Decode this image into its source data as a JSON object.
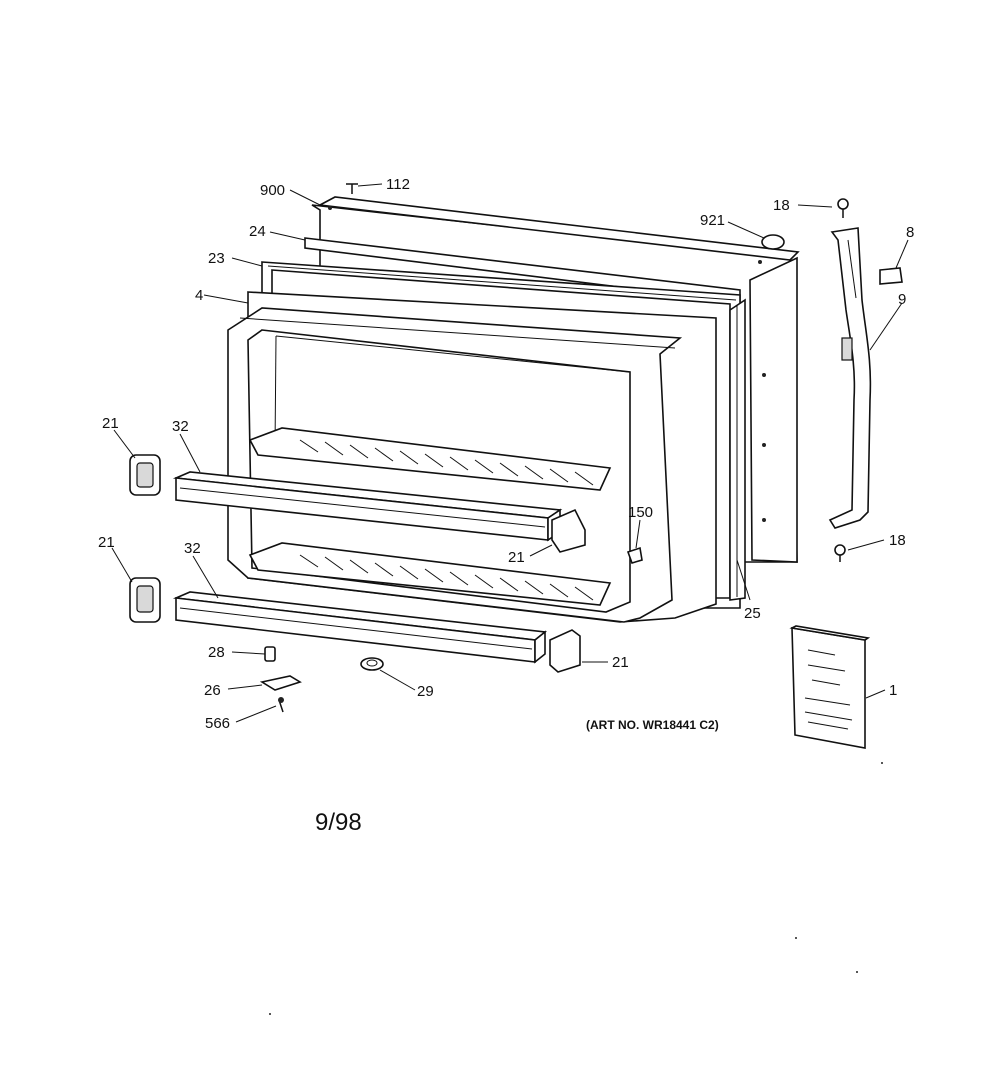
{
  "callouts": {
    "c900": "900",
    "c112": "112",
    "c921": "921",
    "c18_top": "18",
    "c8": "8",
    "c24": "24",
    "c23": "23",
    "c4": "4",
    "c9": "9",
    "c21_a": "21",
    "c32_a": "32",
    "c21_b": "21",
    "c150": "150",
    "c21_c": "21",
    "c32_b": "32",
    "c18_bot": "18",
    "c25": "25",
    "c28": "28",
    "c21_d": "21",
    "c26": "26",
    "c29": "29",
    "c1": "1",
    "c566": "566"
  },
  "art_number": "(ART NO. WR18441 C2)",
  "date_code": "9/98"
}
